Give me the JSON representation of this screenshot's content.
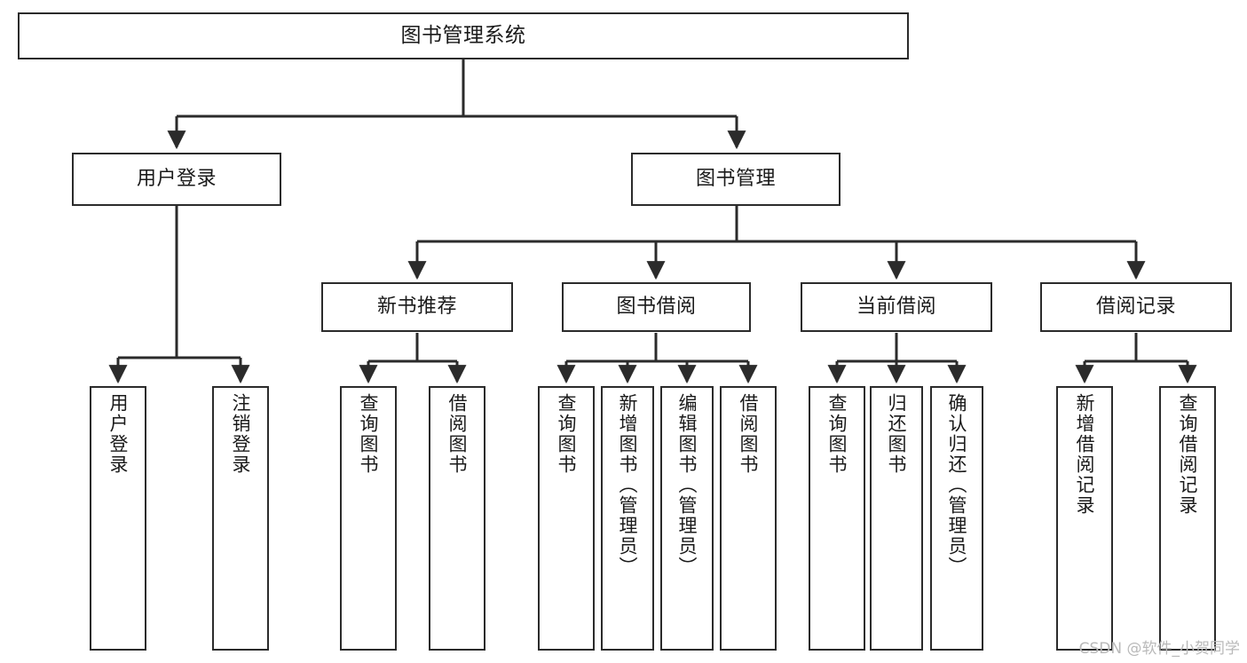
{
  "diagram": {
    "title": "图书管理系统",
    "type": "tree",
    "watermark": "CSDN @软件_小贺同学",
    "colors": {
      "box_border": "#2b2b2b",
      "box_fill": "#ffffff",
      "text": "#1a1a1a",
      "connector": "#2b2b2b",
      "watermark": "#b9b9b9"
    },
    "levels": {
      "level1": [
        "图书管理系统"
      ],
      "level2": [
        "用户登录",
        "图书管理"
      ],
      "level3": [
        "新书推荐",
        "图书借阅",
        "当前借阅",
        "借阅记录"
      ],
      "level4": [
        "用户登录",
        "注销登录",
        "查询图书",
        "借阅图书",
        "查询图书",
        "新增图书（管理员）",
        "编辑图书（管理员）",
        "借阅图书",
        "查询图书",
        "归还图书",
        "确认归还（管理员）",
        "新增借阅记录",
        "查询借阅记录"
      ]
    },
    "nodes": {
      "root": {
        "label": "图书管理系统"
      },
      "user_login": {
        "label": "用户登录"
      },
      "book_manage": {
        "label": "图书管理"
      },
      "new_book_rec": {
        "label": "新书推荐"
      },
      "book_borrow": {
        "label": "图书借阅"
      },
      "current_borrow": {
        "label": "当前借阅"
      },
      "borrow_record": {
        "label": "借阅记录"
      },
      "leaf_user_login": {
        "label": "用户登录"
      },
      "leaf_logout": {
        "label": "注销登录"
      },
      "leaf_query_book_1": {
        "label": "查询图书"
      },
      "leaf_borrow_book_1": {
        "label": "借阅图书"
      },
      "leaf_query_book_2": {
        "label": "查询图书"
      },
      "leaf_add_book": {
        "label": "新增图书（管理员）"
      },
      "leaf_edit_book": {
        "label": "编辑图书（管理员）"
      },
      "leaf_borrow_book_2": {
        "label": "借阅图书"
      },
      "leaf_query_book_3": {
        "label": "查询图书"
      },
      "leaf_return_book": {
        "label": "归还图书"
      },
      "leaf_confirm_return": {
        "label": "确认归还（管理员）"
      },
      "leaf_add_record": {
        "label": "新增借阅记录"
      },
      "leaf_query_record": {
        "label": "查询借阅记录"
      }
    },
    "edges": [
      {
        "from": "root",
        "to": "user_login"
      },
      {
        "from": "root",
        "to": "book_manage"
      },
      {
        "from": "user_login",
        "to": "leaf_user_login"
      },
      {
        "from": "user_login",
        "to": "leaf_logout"
      },
      {
        "from": "book_manage",
        "to": "new_book_rec"
      },
      {
        "from": "book_manage",
        "to": "book_borrow"
      },
      {
        "from": "book_manage",
        "to": "current_borrow"
      },
      {
        "from": "book_manage",
        "to": "borrow_record"
      },
      {
        "from": "new_book_rec",
        "to": "leaf_query_book_1"
      },
      {
        "from": "new_book_rec",
        "to": "leaf_borrow_book_1"
      },
      {
        "from": "book_borrow",
        "to": "leaf_query_book_2"
      },
      {
        "from": "book_borrow",
        "to": "leaf_add_book"
      },
      {
        "from": "book_borrow",
        "to": "leaf_edit_book"
      },
      {
        "from": "book_borrow",
        "to": "leaf_borrow_book_2"
      },
      {
        "from": "current_borrow",
        "to": "leaf_query_book_3"
      },
      {
        "from": "current_borrow",
        "to": "leaf_return_book"
      },
      {
        "from": "current_borrow",
        "to": "leaf_confirm_return"
      },
      {
        "from": "borrow_record",
        "to": "leaf_add_record"
      },
      {
        "from": "borrow_record",
        "to": "leaf_query_record"
      }
    ]
  }
}
